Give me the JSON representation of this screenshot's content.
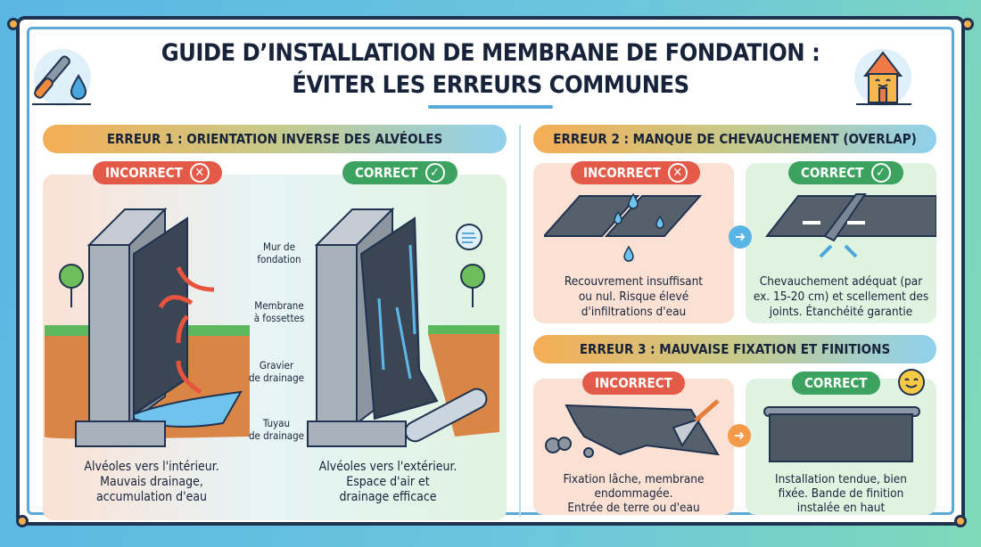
{
  "title": {
    "line1": "GUIDE D’INSTALLATION DE MEMBRANE DE FONDATION :",
    "line2": "ÉVITER LES ERREURS COMMUNES"
  },
  "icons": {
    "left": "wrench-water-drop-icon",
    "right": "smiling-house-icon"
  },
  "colors": {
    "incorrect": "#e45a48",
    "correct": "#3ba35f",
    "frame": "#5aa9d8",
    "accent_orange": "#f5ad55"
  },
  "erreur1": {
    "header": "ERREUR 1 : ORIENTATION INVERSE DES ALVÉOLES",
    "incorrect": {
      "label": "INCORRECT",
      "caption": [
        "Alvéoles vers l'intérieur.",
        "Mauvais drainage,",
        "accumulation d'eau"
      ]
    },
    "correct": {
      "label": "CORRECT",
      "caption": [
        "Alvéoles vers l'extérieur.",
        "Espace d'air et",
        "drainage efficace"
      ]
    },
    "callouts": [
      [
        "Mur de",
        "fondation"
      ],
      [
        "Membrane",
        "à fossettes"
      ],
      [
        "Gravier",
        "de drainage"
      ],
      [
        "Tuyau",
        "de drainage"
      ]
    ]
  },
  "erreur2": {
    "header": "ERREUR 2 : MANQUE DE CHEVAUCHEMENT (OVERLAP)",
    "incorrect": {
      "label": "INCORRECT",
      "caption": [
        "Recouvrement insuffisant",
        "ou nul. Risque élevé",
        "d'infiltrations d'eau"
      ]
    },
    "correct": {
      "label": "CORRECT",
      "caption": [
        "Chevauchement adéquat (par",
        "ex. 15-20 cm) et scellement des",
        "joints. Étanchéité garantie"
      ]
    }
  },
  "erreur3": {
    "header": "ERREUR 3 : MAUVAISE FIXATION ET FINITIONS",
    "incorrect": {
      "label": "INCORRECT",
      "caption": [
        "Fixation lâche, membrane",
        "endommagée.",
        "Entrée de terre ou d'eau"
      ]
    },
    "correct": {
      "label": "CORRECT",
      "caption": [
        "Installation tendue, bien",
        "fixée. Bande de finition",
        "instalée en haut"
      ]
    }
  },
  "symbols": {
    "x": "✕",
    "check": "✓",
    "arrow": "➜"
  }
}
